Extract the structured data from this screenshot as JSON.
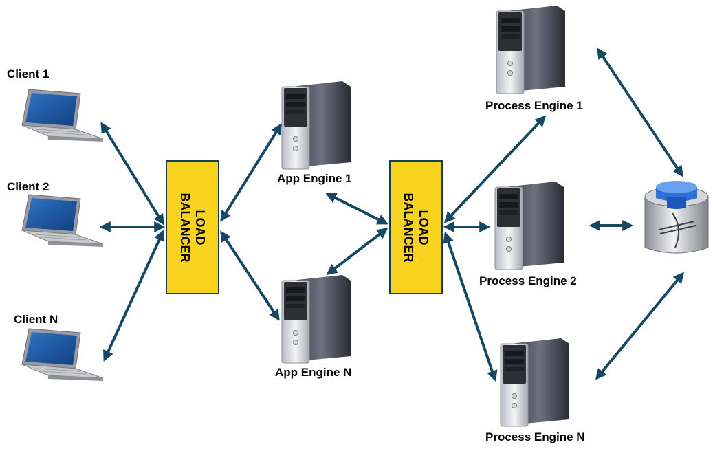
{
  "clients": [
    {
      "label": "Client 1"
    },
    {
      "label": "Client 2"
    },
    {
      "label": "Client N"
    }
  ],
  "load_balancers": [
    {
      "line1": "LOAD",
      "line2": "BALANCER"
    },
    {
      "line1": "LOAD",
      "line2": "BALANCER"
    }
  ],
  "app_engines": [
    {
      "label": "App Engine 1"
    },
    {
      "label": "App Engine N"
    }
  ],
  "process_engines": [
    {
      "label": "Process Engine 1"
    },
    {
      "label": "Process Engine 2"
    },
    {
      "label": "Process Engine N"
    }
  ],
  "colors": {
    "arrow": "#154864",
    "balancer_fill": "#f7d320",
    "laptop_screen": "#1f5aa8",
    "database_top": "#2e6fd8"
  },
  "icons": {
    "client": "laptop-icon",
    "server": "server-tower-icon",
    "database": "database-icon"
  }
}
